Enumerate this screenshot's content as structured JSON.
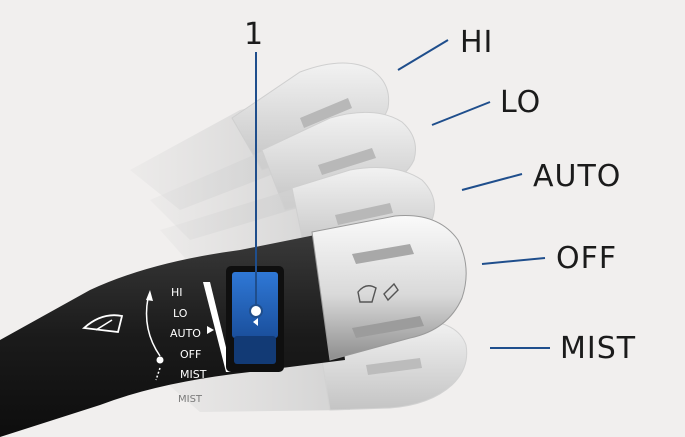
{
  "callouts": {
    "number": "1",
    "positions": [
      "HI",
      "LO",
      "AUTO",
      "OFF",
      "MIST"
    ]
  },
  "stalk_labels": {
    "hi": "HI",
    "lo": "LO",
    "auto": "AUTO",
    "off": "OFF",
    "mist": "MIST",
    "ghost_mist": "MIST"
  },
  "icons": {
    "wiper": "wiper-icon",
    "washer": "washer-spray-icon",
    "auto_arrow": "triangle-right-icon"
  },
  "colors": {
    "leader_line": "#1f4e8c",
    "switch": "#1f5fbf",
    "stalk_body": "#1a1a1a",
    "cap": "#e6e6e6",
    "background": "#f1efee"
  }
}
